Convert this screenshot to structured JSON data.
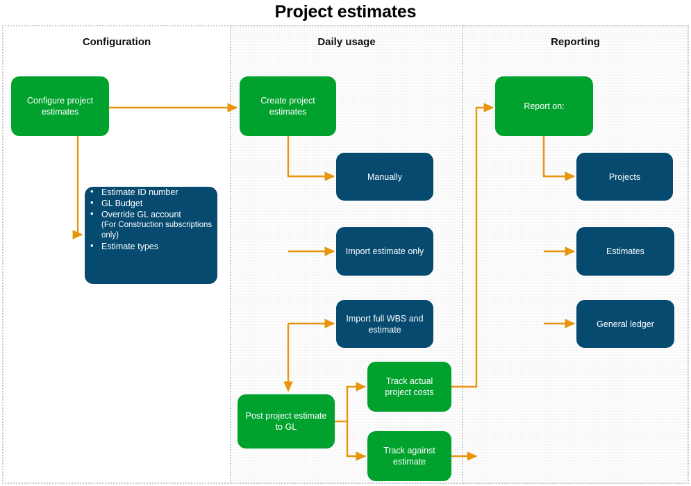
{
  "title": "Project estimates",
  "theme": {
    "green": "#00a22d",
    "blue": "#064a70",
    "arrow": "#e8940c",
    "lane_border": "#c8c8c8",
    "text_on_node": "#ffffff",
    "title_color": "#000000"
  },
  "lanes": [
    {
      "id": "configuration",
      "title": "Configuration"
    },
    {
      "id": "daily-usage",
      "title": "Daily usage"
    },
    {
      "id": "reporting",
      "title": "Reporting"
    }
  ],
  "nodes": {
    "configure_project_estimates": {
      "label": "Configure project estimates",
      "color": "green",
      "lane": "configuration"
    },
    "config_details": {
      "color": "blue",
      "lane": "configuration",
      "bullets": [
        {
          "label": "Estimate ID number"
        },
        {
          "label": "GL Budget"
        },
        {
          "label": "Override GL account",
          "sub": "(For Construction subscriptions only)"
        },
        {
          "label": "Estimate types"
        }
      ]
    },
    "create_project_estimates": {
      "label": "Create project estimates",
      "color": "green",
      "lane": "daily-usage"
    },
    "manually": {
      "label": "Manually",
      "color": "blue",
      "lane": "daily-usage"
    },
    "import_estimate_only": {
      "label": "Import estimate only",
      "color": "blue",
      "lane": "daily-usage"
    },
    "import_full_wbs": {
      "label": "Import full WBS and estimate",
      "color": "blue",
      "lane": "daily-usage"
    },
    "post_project_estimate_to_gl": {
      "label": "Post project estimate to GL",
      "color": "green",
      "lane": "daily-usage"
    },
    "track_actual_project_costs": {
      "label": "Track actual project costs",
      "color": "green",
      "lane": "daily-usage"
    },
    "track_against_estimate": {
      "label": "Track against estimate",
      "color": "green",
      "lane": "daily-usage"
    },
    "report_on": {
      "label": "Report on:",
      "color": "green",
      "lane": "reporting"
    },
    "projects": {
      "label": "Projects",
      "color": "blue",
      "lane": "reporting"
    },
    "estimates": {
      "label": "Estimates",
      "color": "blue",
      "lane": "reporting"
    },
    "general_ledger": {
      "label": "General ledger",
      "color": "blue",
      "lane": "reporting"
    }
  },
  "edges": [
    {
      "from": "configure_project_estimates",
      "to": "create_project_estimates"
    },
    {
      "from": "configure_project_estimates",
      "to": "config_details"
    },
    {
      "from": "create_project_estimates",
      "to": "manually"
    },
    {
      "from": "create_project_estimates",
      "to": "import_estimate_only"
    },
    {
      "from": "create_project_estimates",
      "to": "import_full_wbs"
    },
    {
      "from": "create_project_estimates",
      "to": "post_project_estimate_to_gl"
    },
    {
      "from": "post_project_estimate_to_gl",
      "to": "track_actual_project_costs"
    },
    {
      "from": "post_project_estimate_to_gl",
      "to": "track_against_estimate"
    },
    {
      "from": "track_actual_project_costs",
      "to": "report_on"
    },
    {
      "from": "track_against_estimate",
      "to": "report_on"
    },
    {
      "from": "report_on",
      "to": "projects"
    },
    {
      "from": "report_on",
      "to": "estimates"
    },
    {
      "from": "report_on",
      "to": "general_ledger"
    }
  ]
}
